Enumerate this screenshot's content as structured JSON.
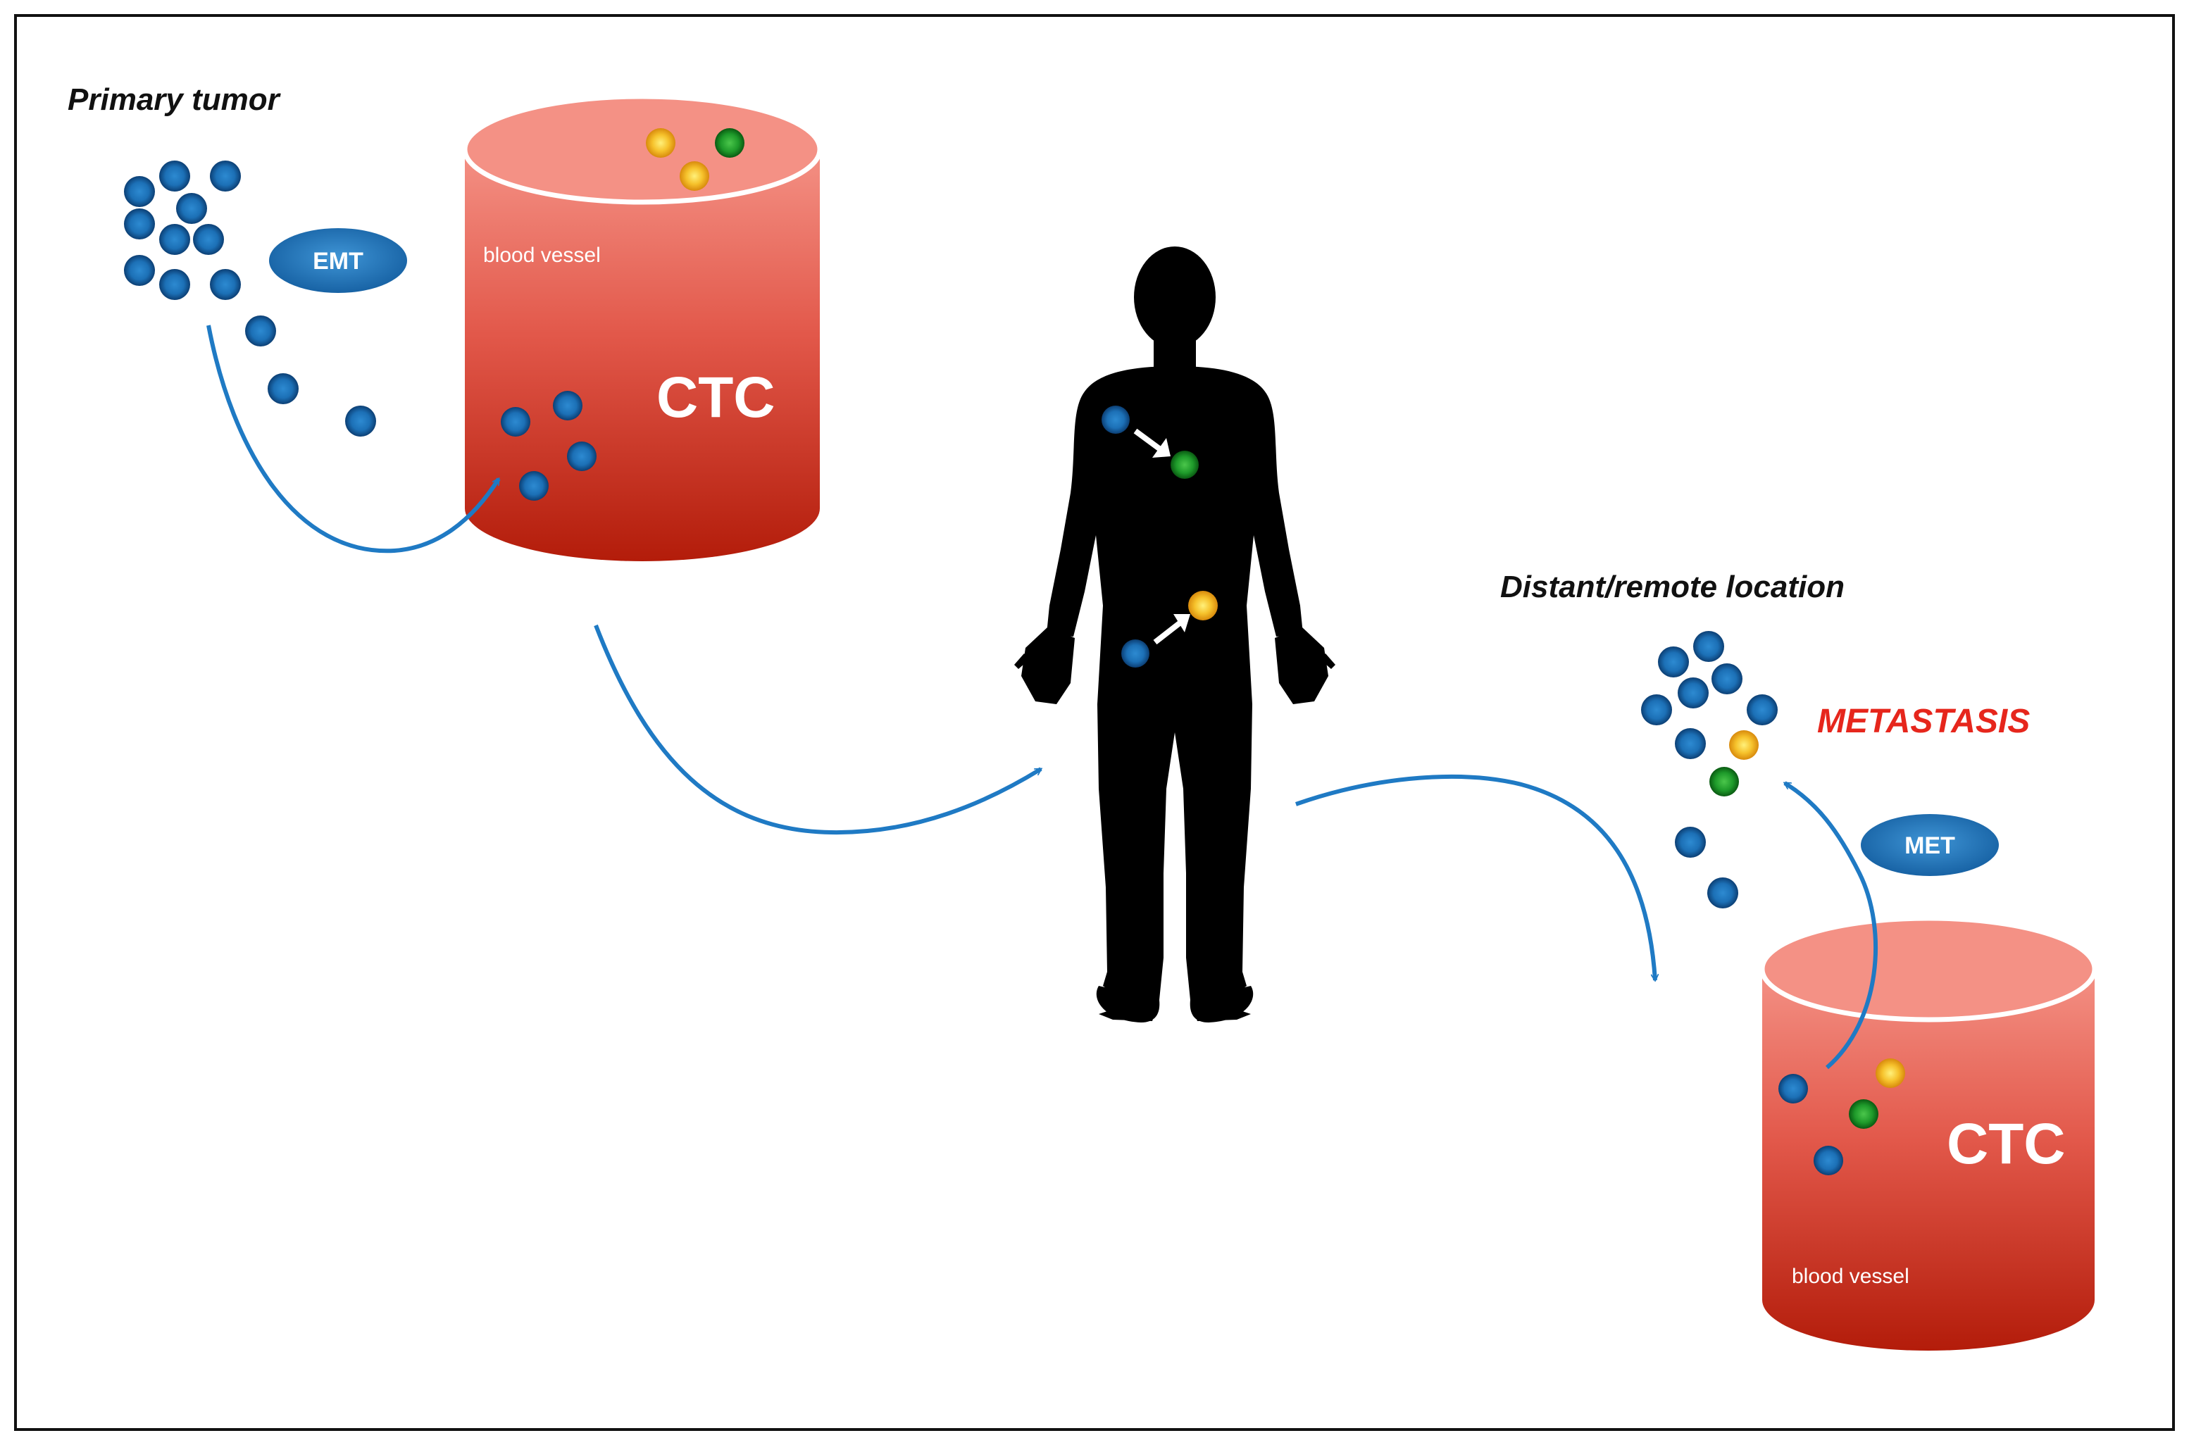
{
  "labels": {
    "primary_tumor": "Primary tumor",
    "distant_location": "Distant/remote location",
    "metastasis": "METASTASIS",
    "emt": "EMT",
    "met": "MET",
    "ctc_left": "CTC",
    "ctc_right": "CTC",
    "vessel_left": "blood vessel",
    "vessel_right": "blood vessel"
  },
  "colors": {
    "frame": "#111111",
    "arrow": "#1f7ac4",
    "cell_blue": "#1d6fb4",
    "cell_green": "#1e9a2a",
    "cell_yellow": "#f6b51e",
    "vessel_top": "#f49185",
    "vessel_bottom": "#b31c0a",
    "metastasis_text": "#e6261c",
    "badge": "#1b6cb2",
    "silhouette": "#000000"
  }
}
